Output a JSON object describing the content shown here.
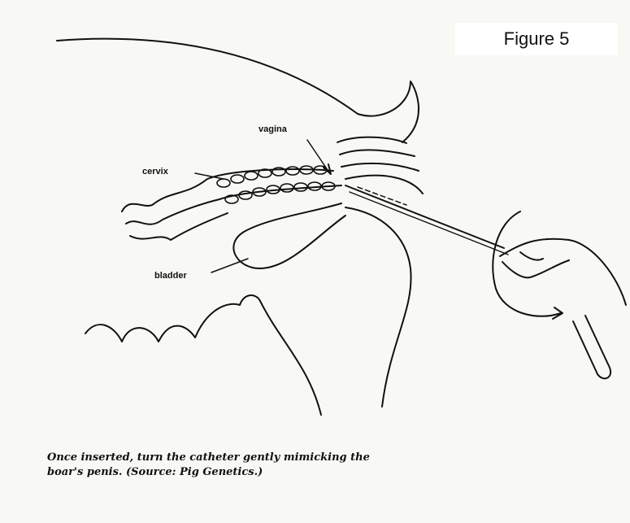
{
  "figure": {
    "label": "Figure 5"
  },
  "labels": {
    "vagina": "vagina",
    "cervix": "cervix",
    "bladder": "bladder"
  },
  "caption": {
    "line1": "Once inserted, turn the catheter gently mimicking the",
    "line2": "boar's penis. (Source: Pig Genetics.)"
  }
}
